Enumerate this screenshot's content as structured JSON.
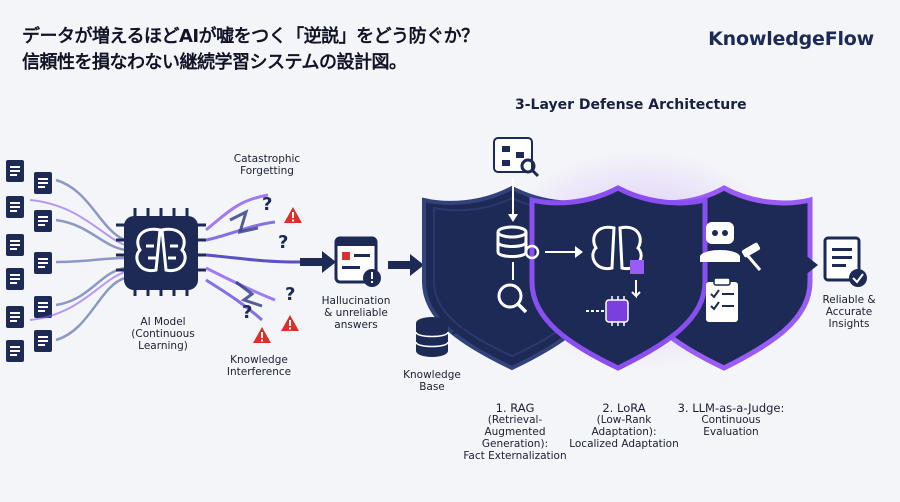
{
  "header": {
    "title_line1": "データが増えるほどAIが嘘をつく「逆説」をどう防ぐか？",
    "title_line2": "信頼性を損なわない継続学習システムの設計図。"
  },
  "brand": "KnowledgeFlow",
  "architecture_title": "3-Layer Defense Architecture",
  "left": {
    "model_label_1": "AI Model",
    "model_label_2": "(Continuous Learning)",
    "catastrophic_1": "Catastrophic",
    "catastrophic_2": "Forgetting",
    "interference_1": "Knowledge",
    "interference_2": "Interference",
    "hallucination_1": "Hallucination",
    "hallucination_2": "& unreliable",
    "hallucination_3": "answers"
  },
  "layers": [
    {
      "title": "1. RAG",
      "line1": "(Retrieval-Augmented",
      "line2": "Generation):",
      "line3": "Fact Externalization"
    },
    {
      "title": "2. LoRA",
      "line1": "(Low-Rank Adaptation):",
      "line2": "Localized Adaptation",
      "line3": ""
    },
    {
      "title": "3. LLM-as-a-Judge:",
      "line1": "Continuous Evaluation",
      "line2": "",
      "line3": ""
    }
  ],
  "knowledge_base_1": "Knowledge",
  "knowledge_base_2": "Base",
  "output_1": "Reliable &",
  "output_2": "Accurate",
  "output_3": "Insights",
  "icons": [
    "document-icon",
    "chip-brain-icon",
    "warning-icon",
    "question-icon",
    "hallucination-doc-icon",
    "database-icon",
    "search-icon",
    "network-search-icon",
    "brain-icon",
    "chip-icon",
    "robot-icon",
    "gavel-icon",
    "checklist-icon",
    "report-check-icon",
    "arrow-icon"
  ],
  "colors": {
    "navy": "#1c2a55",
    "purple": "#7b3fe0",
    "red": "#d9302b",
    "bg": "#f4f5f8"
  }
}
